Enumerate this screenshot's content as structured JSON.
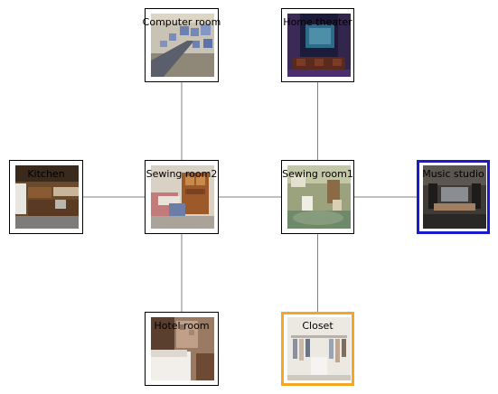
{
  "diagram": {
    "nodes": [
      {
        "id": "computer-room",
        "label": "Computer room",
        "highlight": null,
        "scene": "computer-lab"
      },
      {
        "id": "home-theater",
        "label": "Home theater",
        "highlight": null,
        "scene": "theater"
      },
      {
        "id": "kitchen",
        "label": "Kitchen",
        "highlight": null,
        "scene": "kitchen"
      },
      {
        "id": "sewing-room2",
        "label": "Sewing room2",
        "highlight": null,
        "scene": "workshop"
      },
      {
        "id": "sewing-room1",
        "label": "Sewing room1",
        "highlight": null,
        "scene": "sitting-room"
      },
      {
        "id": "music-studio",
        "label": "Music studio",
        "highlight": "#1a1acd",
        "scene": "studio"
      },
      {
        "id": "hotel-room",
        "label": "Hotel room",
        "highlight": null,
        "scene": "bedroom"
      },
      {
        "id": "closet",
        "label": "Closet",
        "highlight": "#f5a623",
        "scene": "wardrobe"
      }
    ],
    "edges": [
      [
        "computer-room",
        "sewing-room2"
      ],
      [
        "home-theater",
        "sewing-room1"
      ],
      [
        "kitchen",
        "sewing-room2"
      ],
      [
        "sewing-room2",
        "sewing-room1"
      ],
      [
        "sewing-room1",
        "music-studio"
      ],
      [
        "sewing-room2",
        "hotel-room"
      ],
      [
        "sewing-room1",
        "closet"
      ]
    ],
    "edge_color": "#808080"
  }
}
